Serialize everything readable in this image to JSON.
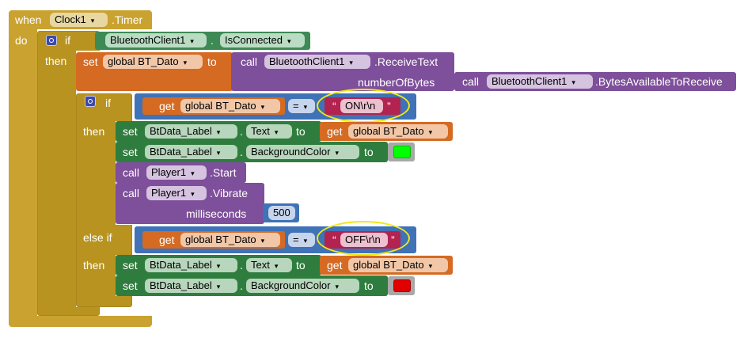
{
  "event": {
    "when": "when",
    "component": "Clock1",
    "event_name": ".Timer",
    "do": "do"
  },
  "if1": {
    "if": "if",
    "then": "then",
    "component": "BluetoothClient1",
    "dot": ".",
    "property": "IsConnected"
  },
  "set_global": {
    "set": "set",
    "variable": "global BT_Dato",
    "to": "to",
    "call": "call",
    "component": "BluetoothClient1",
    "method": ".ReceiveText",
    "arg_label": "numberOfBytes",
    "call2": "call",
    "component2": "BluetoothClient1",
    "method2": ".BytesAvailableToReceive"
  },
  "if2": {
    "if": "if",
    "get": "get",
    "variable": "global BT_Dato",
    "op": "=",
    "text": "ON\\r\\n",
    "then": "then",
    "set1": {
      "set": "set",
      "component": "BtData_Label",
      "dot": ".",
      "property": "Text",
      "to": "to",
      "get": "get",
      "variable": "global BT_Dato"
    },
    "set2": {
      "set": "set",
      "component": "BtData_Label",
      "dot": ".",
      "property": "BackgroundColor",
      "to": "to",
      "color": "#00ff00"
    },
    "call1": {
      "call": "call",
      "component": "Player1",
      "method": ".Start"
    },
    "call2": {
      "call": "call",
      "component": "Player1",
      "method": ".Vibrate",
      "arg_label": "milliseconds",
      "value": "500"
    },
    "else_if": "else if",
    "get_b": "get",
    "variable_b": "global BT_Dato",
    "op_b": "=",
    "text_b": "OFF\\r\\n",
    "then_b": "then",
    "set3": {
      "set": "set",
      "component": "BtData_Label",
      "dot": ".",
      "property": "Text",
      "to": "to",
      "get": "get",
      "variable": "global BT_Dato"
    },
    "set4": {
      "set": "set",
      "component": "BtData_Label",
      "dot": ".",
      "property": "BackgroundColor",
      "to": "to",
      "color": "#e00000"
    }
  },
  "quote_open": "“",
  "quote_close": "”",
  "dropdown_glyph": "▾",
  "highlight_color": "#f3e814"
}
